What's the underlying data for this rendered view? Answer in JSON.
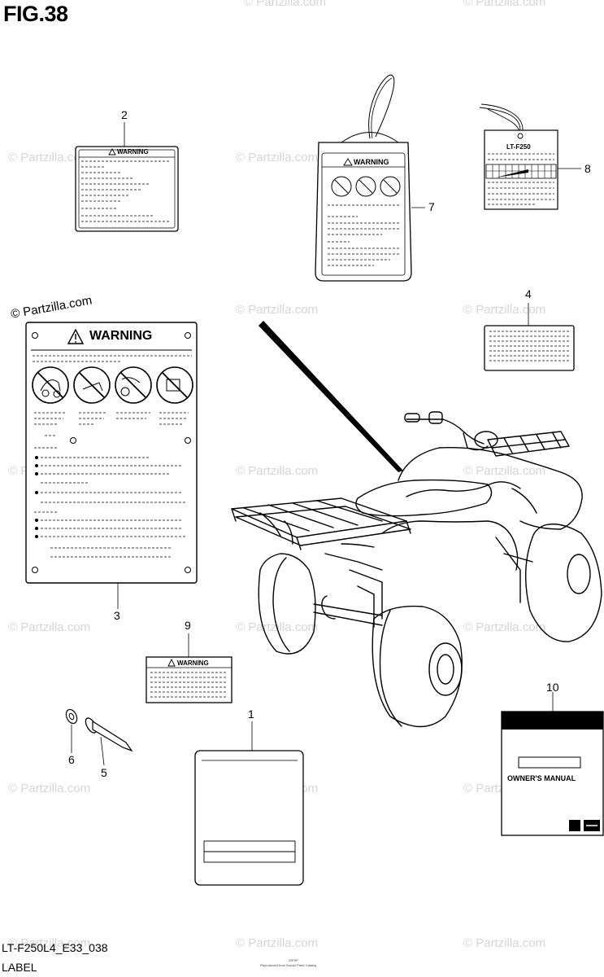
{
  "figure": {
    "title": "FIG.38",
    "code": "LT-F250L4_E33_038",
    "subtitle": "LABEL"
  },
  "watermark": {
    "text": "© Partzilla.com"
  },
  "callouts": [
    "1",
    "2",
    "3",
    "4",
    "5",
    "6",
    "7",
    "8",
    "9",
    "10"
  ],
  "labels": {
    "warning_text": "WARNING",
    "model_text": "LT-F250",
    "manual_text": "OWNER'S MANUAL"
  },
  "footer": {
    "fine_print_1": "ISPSP",
    "fine_print_2": "Reproduced from Suzuki Parts Catalog"
  }
}
